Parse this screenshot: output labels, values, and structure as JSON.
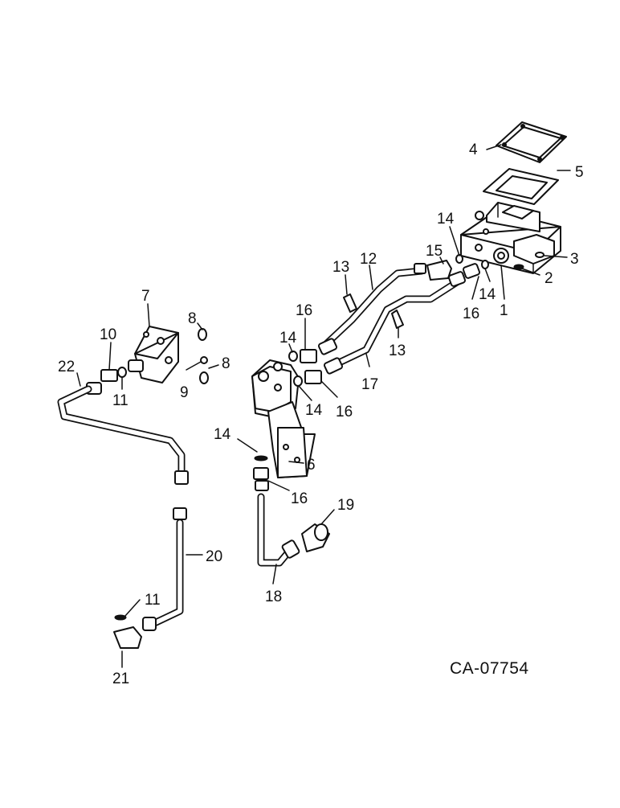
{
  "diagram": {
    "reference_code": "CA-07754",
    "callouts": [
      {
        "id": "c1",
        "label": "1"
      },
      {
        "id": "c2",
        "label": "2"
      },
      {
        "id": "c3",
        "label": "3"
      },
      {
        "id": "c4",
        "label": "4"
      },
      {
        "id": "c5",
        "label": "5"
      },
      {
        "id": "c6",
        "label": "6"
      },
      {
        "id": "c7",
        "label": "7"
      },
      {
        "id": "c8a",
        "label": "8"
      },
      {
        "id": "c8b",
        "label": "8"
      },
      {
        "id": "c9",
        "label": "9"
      },
      {
        "id": "c10",
        "label": "10"
      },
      {
        "id": "c11a",
        "label": "11"
      },
      {
        "id": "c11b",
        "label": "11"
      },
      {
        "id": "c12",
        "label": "12"
      },
      {
        "id": "c13a",
        "label": "13"
      },
      {
        "id": "c13b",
        "label": "13"
      },
      {
        "id": "c14a",
        "label": "14"
      },
      {
        "id": "c14b",
        "label": "14"
      },
      {
        "id": "c14c",
        "label": "14"
      },
      {
        "id": "c14d",
        "label": "14"
      },
      {
        "id": "c14e",
        "label": "14"
      },
      {
        "id": "c15",
        "label": "15"
      },
      {
        "id": "c16a",
        "label": "16"
      },
      {
        "id": "c16b",
        "label": "16"
      },
      {
        "id": "c16c",
        "label": "16"
      },
      {
        "id": "c16d",
        "label": "16"
      },
      {
        "id": "c17",
        "label": "17"
      },
      {
        "id": "c18",
        "label": "18"
      },
      {
        "id": "c19",
        "label": "19"
      },
      {
        "id": "c20",
        "label": "20"
      },
      {
        "id": "c21",
        "label": "21"
      },
      {
        "id": "c22",
        "label": "22"
      }
    ]
  }
}
